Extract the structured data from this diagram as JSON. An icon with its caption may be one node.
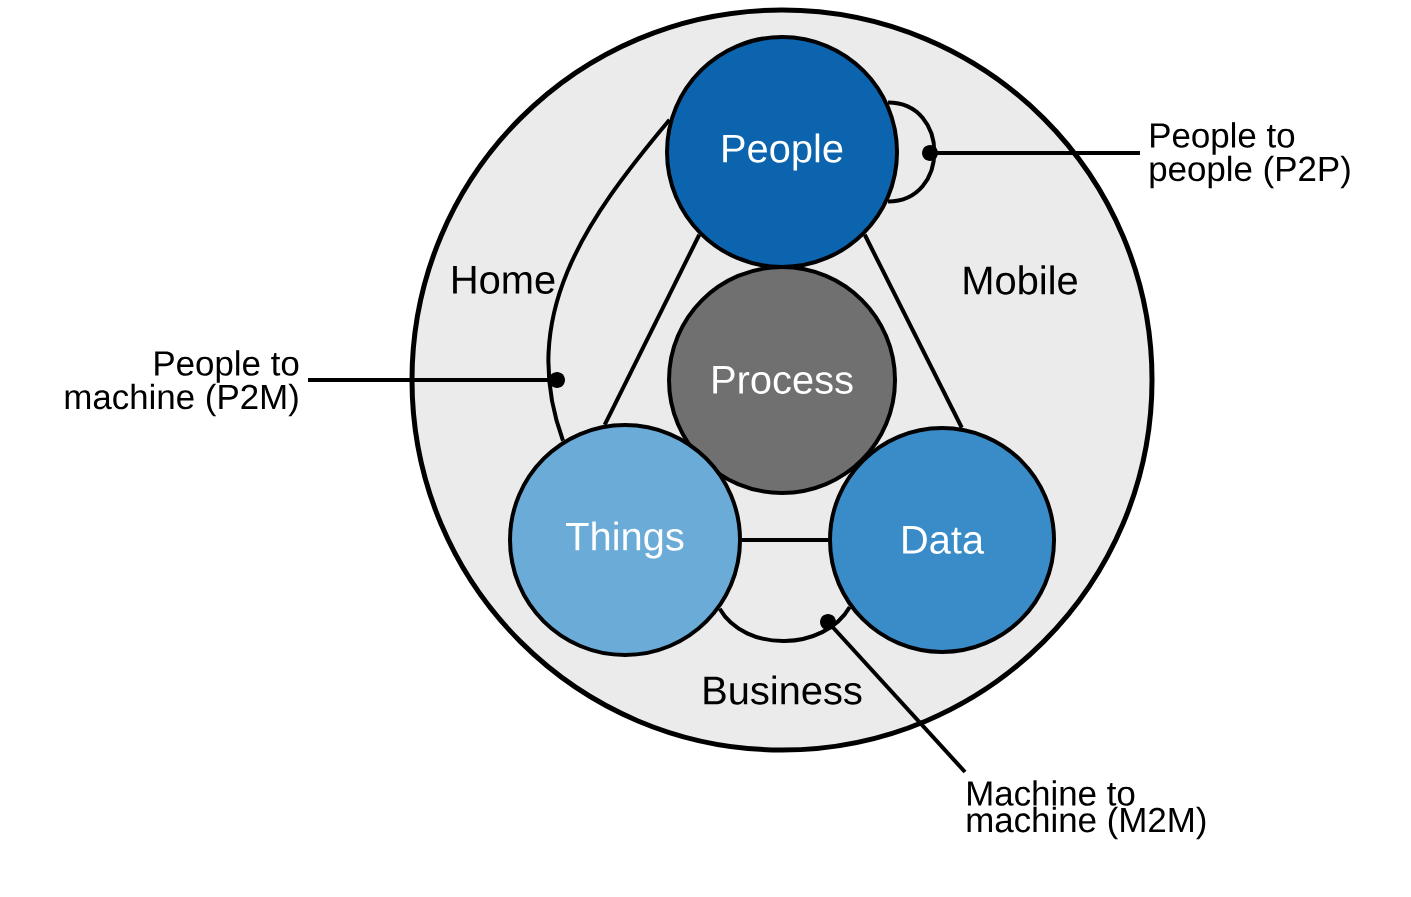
{
  "diagram": {
    "nodes": [
      {
        "text": [
          "Home",
          "Mobile",
          "Business"
        ]
      },
      {
        "text": [
          "People"
        ],
        "in": 0
      },
      {
        "text": [
          "Process"
        ],
        "in": 0
      },
      {
        "text": [
          "Things"
        ],
        "in": 0
      },
      {
        "text": [
          "Data"
        ],
        "in": 0
      },
      {
        "text": [
          "People to people (P2P)"
        ]
      },
      {
        "text": [
          "People to machine (P2M)"
        ]
      },
      {
        "text": [
          "Machine to machine (M2M)"
        ]
      }
    ],
    "edges": [
      {
        "from": 1,
        "to": 3,
        "arrow": "none"
      },
      {
        "from": 1,
        "to": 4,
        "arrow": "none"
      },
      {
        "from": 3,
        "to": 4,
        "arrow": "none"
      },
      {
        "from": 1,
        "to": 1,
        "arrow": "none"
      },
      {
        "from": 1,
        "to": 3,
        "arrow": "none"
      },
      {
        "from": 3,
        "to": 4,
        "arrow": "none"
      },
      {
        "from": 5,
        "to": null,
        "arrow": "other"
      },
      {
        "from": 6,
        "to": null,
        "arrow": "other"
      },
      {
        "from": 7,
        "to": null,
        "arrow": "other"
      }
    ]
  }
}
